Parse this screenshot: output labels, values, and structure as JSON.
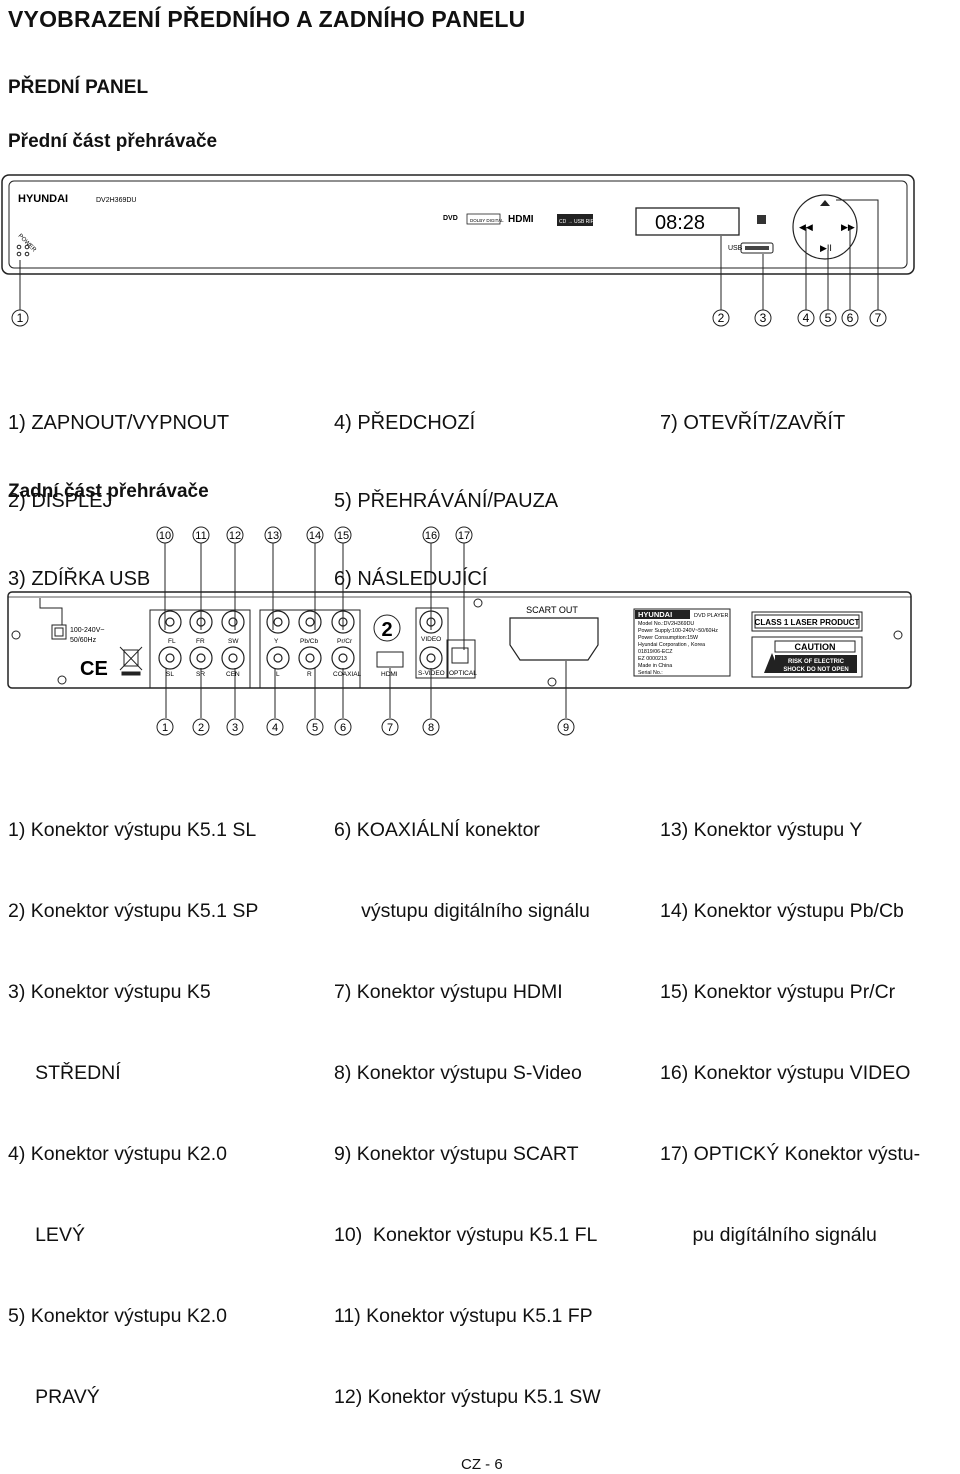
{
  "page_title": "VYOBRAZENÍ PŘEDNÍHO A ZADNÍHO PANELU",
  "front_heading": "PŘEDNÍ PANEL",
  "front_subheading": "Přední část přehrávače",
  "front_panel": {
    "brand": "HYUNDAI",
    "model": "DV2H369DU",
    "power_label": "POWER",
    "display_time": "08:28",
    "usb_label": "USB",
    "logos": [
      "DVD",
      "DOLBY DIGITAL",
      "HDMI",
      "CD → USB RIPPING"
    ],
    "callouts": [
      "1",
      "2",
      "3",
      "4",
      "5",
      "6",
      "7"
    ]
  },
  "front_list": {
    "col1": [
      "1) ZAPNOUT/VYPNOUT",
      "2) DISPLEJ",
      "3) ZDÍŘKA USB"
    ],
    "col2": [
      "4) PŘEDCHOZÍ",
      "5) PŘEHRÁVÁNÍ/PAUZA",
      "6) NÁSLEDUJÍCÍ"
    ],
    "col3": [
      "7) OTEVŘÍT/ZAVŘÍT"
    ]
  },
  "rear_subheading": "Zadní část přehrávače",
  "rear_panel": {
    "voltage": "100-240V~",
    "frequency": "50/60Hz",
    "ce_mark": "CE",
    "jack_labels_top": [
      "FL",
      "FR",
      "SW",
      "Y",
      "Pb/Cb",
      "Pr/Cr",
      "VIDEO"
    ],
    "jack_labels_bottom": [
      "SL",
      "SR",
      "CEN",
      "L",
      "R",
      "COAXIAL",
      "HDMI",
      "S-VIDEO",
      "OPTICAL"
    ],
    "scart_label": "SCART OUT",
    "plate_brand": "HYUNDAI",
    "plate_type": "DVD PLAYER",
    "plate_lines": [
      "Model No.:DV2H369DU",
      "Power Supply:100-240V~50/60Hz",
      "Power Consumption:15W",
      "Hyundai Corporation , Korea",
      "01819/06-ECZ",
      "EZ 0000213",
      "Made in China",
      "Serial No.:"
    ],
    "laser_label": "CLASS 1 LASER PRODUCT",
    "caution_title": "CAUTION",
    "caution_text": [
      "RISK OF ELECTRIC",
      "SHOCK DO NOT OPEN"
    ],
    "region_code": "2",
    "callouts_top": [
      "10",
      "11",
      "12",
      "13",
      "14",
      "15",
      "16",
      "17"
    ],
    "callouts_bottom": [
      "1",
      "2",
      "3",
      "4",
      "5",
      "6",
      "7",
      "8",
      "9"
    ]
  },
  "rear_list": {
    "col1": [
      "1) Konektor výstupu K5.1 SL",
      "2) Konektor výstupu K5.1 SP",
      "3) Konektor výstupu K5",
      "     STŘEDNÍ",
      "4) Konektor výstupu K2.0",
      "     LEVÝ",
      "5) Konektor výstupu K2.0",
      "     PRAVÝ"
    ],
    "col2": [
      "6) KOAXIÁLNÍ konektor",
      "     výstupu digitálního signálu",
      "7) Konektor výstupu HDMI",
      "8) Konektor výstupu S-Video",
      "9) Konektor výstupu SCART",
      "10)  Konektor výstupu K5.1 FL",
      "11) Konektor výstupu K5.1 FP",
      "12) Konektor výstupu K5.1 SW"
    ],
    "col3": [
      "13) Konektor výstupu Y",
      "14) Konektor výstupu Pb/Cb",
      "15) Konektor výstupu Pr/Cr",
      "16) Konektor výstupu VIDEO",
      "17) OPTICKÝ Konektor výstu-",
      "      pu digítálního signálu"
    ]
  },
  "footer": "CZ - 6"
}
